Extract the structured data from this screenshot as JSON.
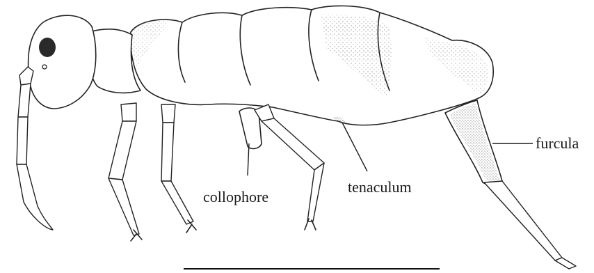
{
  "figure": {
    "labels": {
      "furcula": "furcula",
      "collophore": "collophore",
      "tenaculum": "tenaculum"
    },
    "colors": {
      "ink": "#222222",
      "background": "#ffffff",
      "eye": "#2a2a2a"
    }
  }
}
